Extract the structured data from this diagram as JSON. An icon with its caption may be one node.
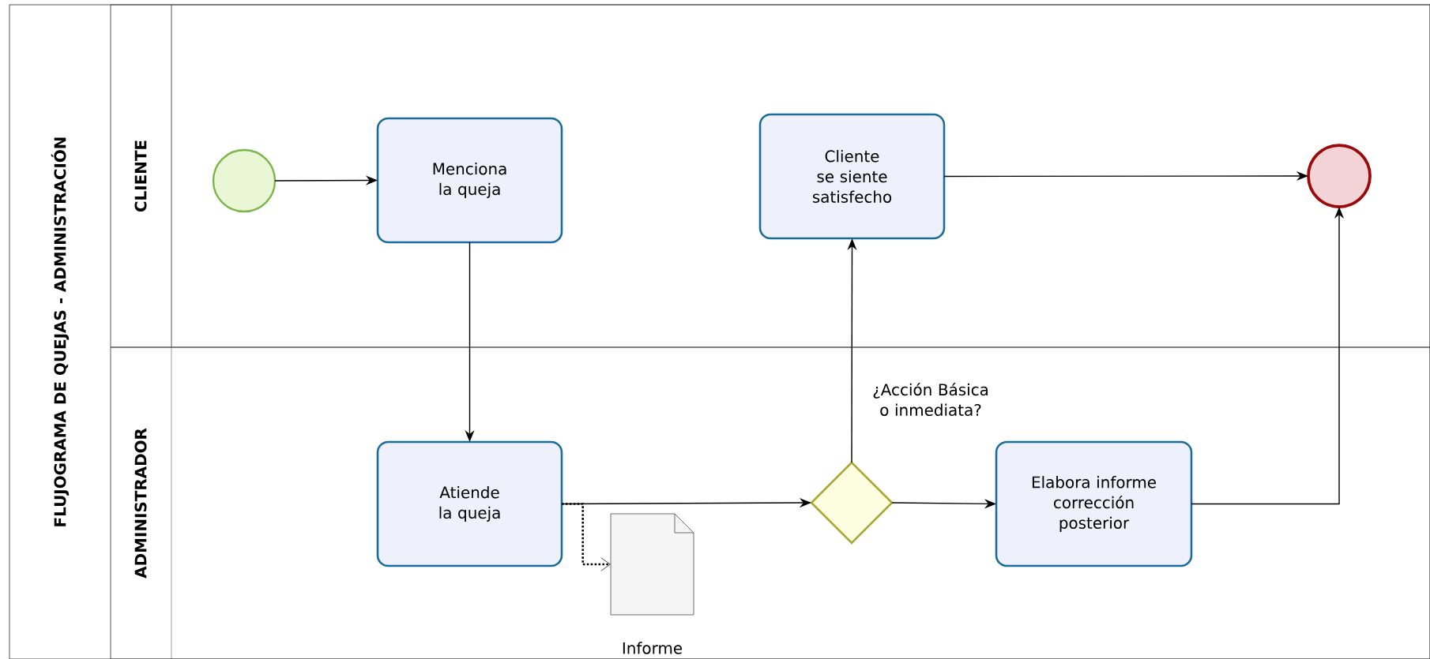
{
  "diagram": {
    "nodes": [
      {
        "text": [
          "FLUJOGRAMA DE QUEJAS - ADMINISTRACIÓN"
        ]
      },
      {
        "text": [
          "CLIENTE"
        ],
        "in": 0
      },
      {
        "text": [
          "ADMINISTRADOR"
        ],
        "in": 0
      },
      {
        "text": [],
        "shape": "circle",
        "in": 1
      },
      {
        "text": [
          "Menciona la queja"
        ],
        "in": 1
      },
      {
        "text": [
          "Cliente se siente satisfecho"
        ],
        "in": 1
      },
      {
        "text": [],
        "shape": "circle",
        "in": 1
      },
      {
        "text": [
          "Atiende la queja"
        ],
        "in": 2
      },
      {
        "text": [],
        "shape": "diamond",
        "in": 2
      },
      {
        "text": [
          "Elabora informe corrección posterior"
        ],
        "in": 2
      },
      {
        "text": [
          "Informe"
        ],
        "in": 2
      }
    ],
    "edges": [
      {
        "from": 3,
        "to": 4,
        "arrow": "to"
      },
      {
        "from": 4,
        "to": 7,
        "arrow": "to"
      },
      {
        "from": 7,
        "to": 8,
        "arrow": "to"
      },
      {
        "from": 8,
        "to": 5,
        "arrow": "to"
      },
      {
        "from": 5,
        "to": 6,
        "arrow": "to"
      },
      {
        "from": 8,
        "to": 9,
        "arrow": "to"
      },
      {
        "from": 9,
        "to": 6,
        "arrow": "to"
      },
      {
        "from": 7,
        "to": 10,
        "arrow": "to",
        "style": "dashed"
      }
    ],
    "labels": [
      "¿Acción Básica o inmediata?"
    ]
  }
}
